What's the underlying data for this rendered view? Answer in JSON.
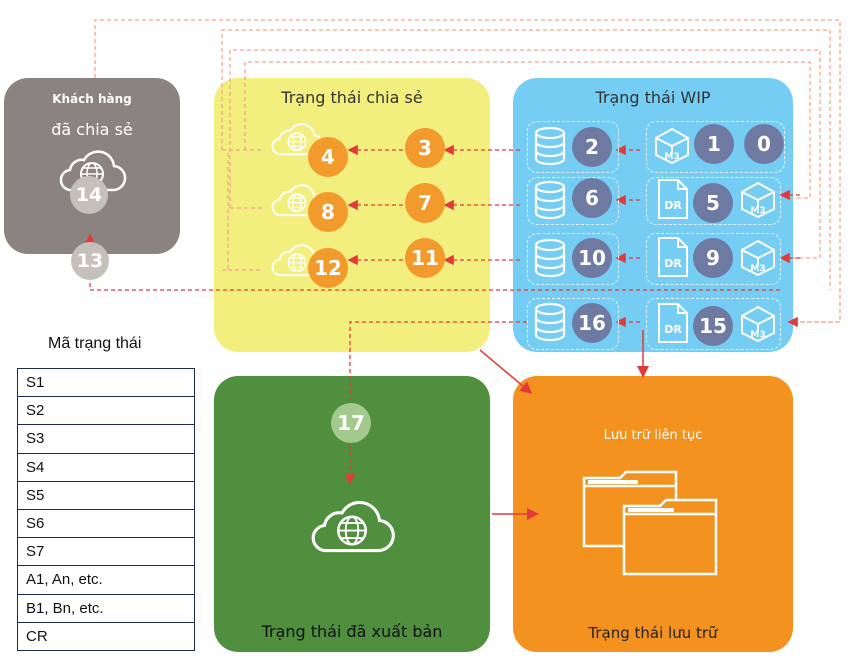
{
  "panels": {
    "customer_title1": "Khách hàng",
    "customer_title2": "đã chia sẻ",
    "shared_title": "Trạng thái chia sẻ",
    "wip_title": "Trạng thái WIP",
    "published_title": "Trạng thái đã xuất bản",
    "archive_title": "Trạng thái lưu trữ",
    "archive_subtitle": "Lưu trữ liên tục"
  },
  "legend": {
    "title": "Mã trạng thái",
    "rows": [
      "S1",
      "S2",
      "S3",
      "S4",
      "S5",
      "S6",
      "S7",
      "A1, An, etc.",
      "B1, Bn, etc.",
      "CR"
    ]
  },
  "steps": {
    "s0": "0",
    "s1": "1",
    "s2": "2",
    "s3": "3",
    "s4": "4",
    "s5": "5",
    "s6": "6",
    "s7": "7",
    "s8": "8",
    "s9": "9",
    "s10": "10",
    "s11": "11",
    "s12": "12",
    "s13": "13",
    "s14": "14",
    "s15": "15",
    "s16": "16",
    "s17": "17"
  },
  "badges": {
    "dr": "DR",
    "m3": "M3"
  },
  "colors": {
    "customer": "#8a8380",
    "shared": "#f2ef7e",
    "wip": "#76cdf3",
    "published": "#4f8f3e",
    "archive": "#f3921f",
    "arrow": "#e23a3a",
    "dashed_line": "#f4a490"
  },
  "icons": [
    "cloud-globe-icon",
    "database-icon",
    "document-icon",
    "cube-icon",
    "folder-icon"
  ]
}
